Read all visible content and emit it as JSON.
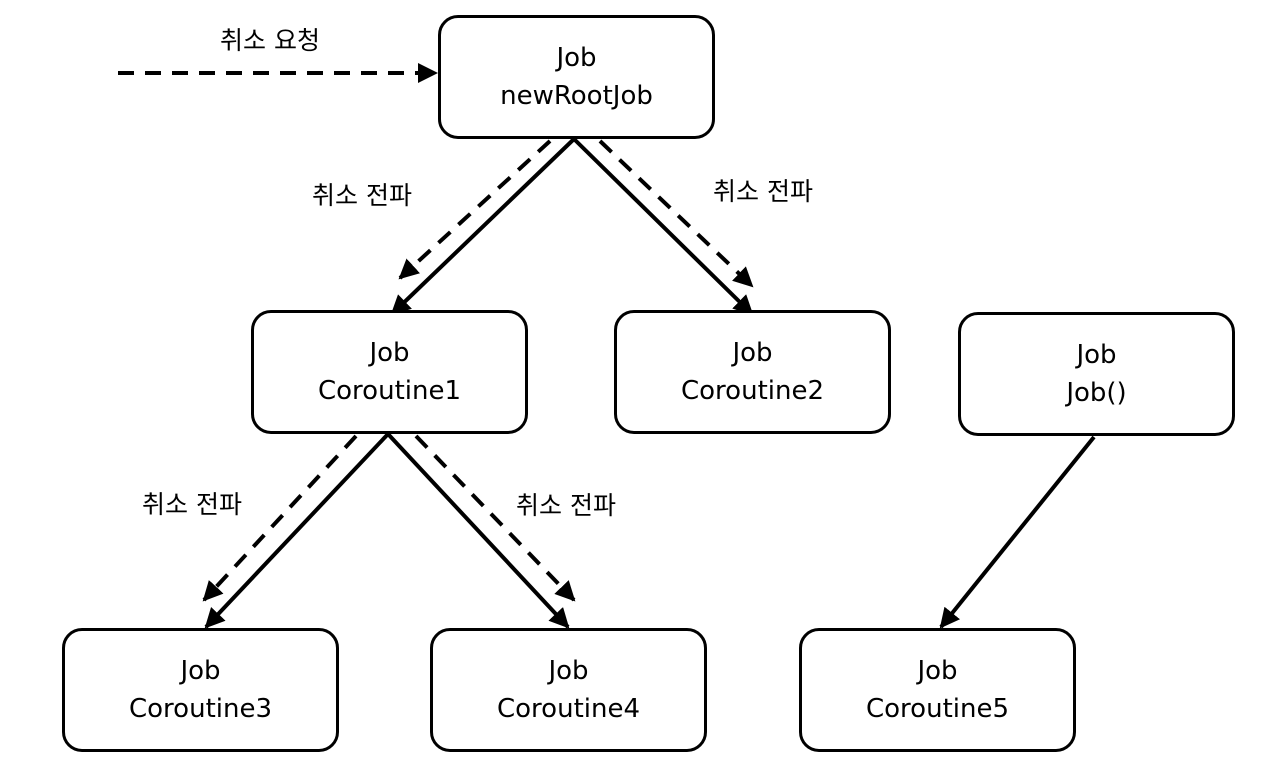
{
  "nodes": {
    "root": {
      "type": "Job",
      "name": "newRootJob"
    },
    "coroutine1": {
      "type": "Job",
      "name": "Coroutine1"
    },
    "coroutine2": {
      "type": "Job",
      "name": "Coroutine2"
    },
    "job_fn": {
      "type": "Job",
      "name": "Job()"
    },
    "coroutine3": {
      "type": "Job",
      "name": "Coroutine3"
    },
    "coroutine4": {
      "type": "Job",
      "name": "Coroutine4"
    },
    "coroutine5": {
      "type": "Job",
      "name": "Coroutine5"
    }
  },
  "labels": {
    "cancel_request": "취소 요청",
    "propagate_root_left": "취소 전파",
    "propagate_root_right": "취소 전파",
    "propagate_c1_left": "취소 전파",
    "propagate_c1_right": "취소 전파"
  },
  "colors": {
    "line": "#000000",
    "box_border": "#000000",
    "background": "#ffffff"
  }
}
